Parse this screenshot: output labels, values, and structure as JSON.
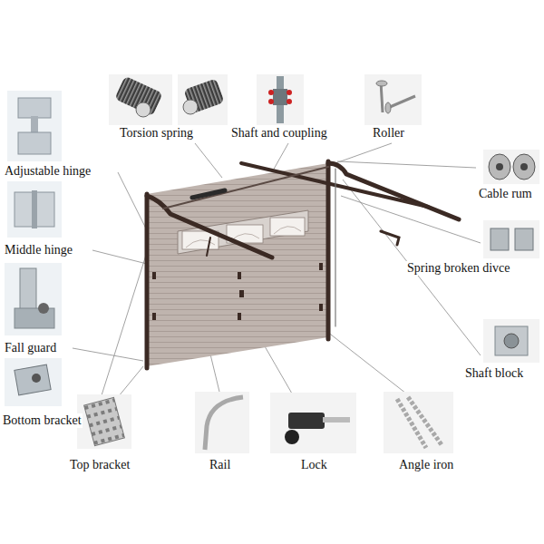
{
  "diagram": {
    "labels": [
      "Torsion spring",
      "Shaft and coupling",
      "Roller",
      "Adjustable hinge",
      "Cable rum",
      "Middle hinge",
      "Spring broken divce",
      "Fall guard",
      "Shaft block",
      "Bottom bracket",
      "Top bracket",
      "Rail",
      "Lock",
      "Angle iron"
    ]
  }
}
